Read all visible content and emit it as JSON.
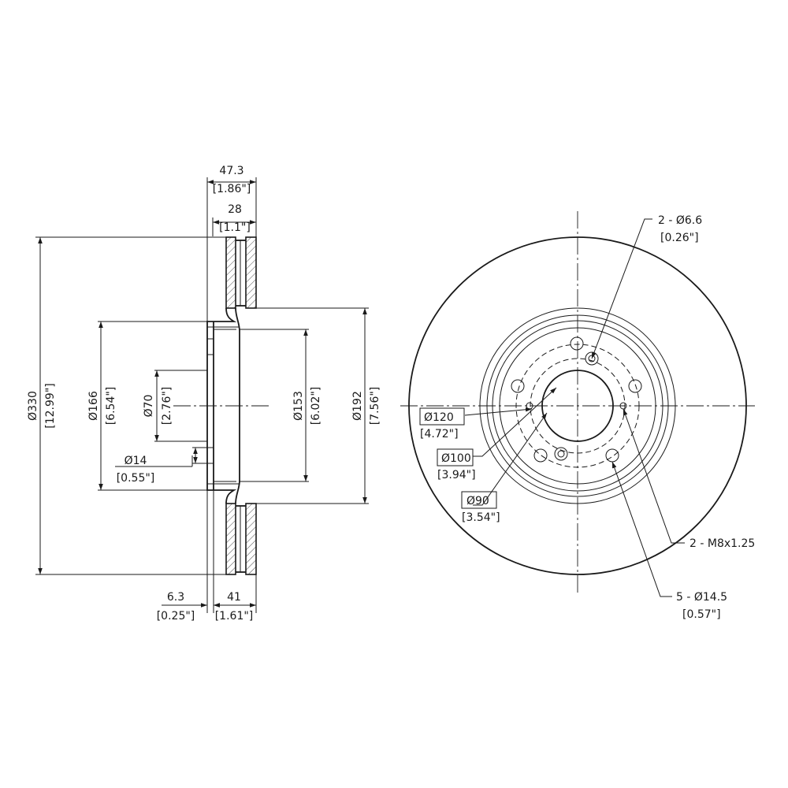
{
  "side_view": {
    "dims": {
      "total_width": {
        "mm": "47.3",
        "in": "[1.86\"]"
      },
      "hat_width": {
        "mm": "28",
        "in": "[1.1\"]"
      },
      "outer_dia": {
        "mm": "Ø330",
        "in": "[12.99\"]"
      },
      "hat_dia": {
        "mm": "Ø166",
        "in": "[6.54\"]"
      },
      "center_bore": {
        "mm": "Ø70",
        "in": "[2.76\"]"
      },
      "hole_dia": {
        "mm": "Ø14",
        "in": "[0.55\"]"
      },
      "inner_dia": {
        "mm": "Ø153",
        "in": "[6.02\"]"
      },
      "face_dia": {
        "mm": "Ø192",
        "in": "[7.56\"]"
      },
      "hat_thickness": {
        "mm": "6.3",
        "in": "[0.25\"]"
      },
      "offset": {
        "mm": "41",
        "in": "[1.61\"]"
      }
    }
  },
  "front_view": {
    "callouts": {
      "small_holes": {
        "mm": "2 - Ø6.6",
        "in": "[0.26\"]"
      },
      "bolt_circle_120": {
        "mm": "Ø120",
        "in": "[4.72\"]"
      },
      "bolt_circle_100": {
        "mm": "Ø100",
        "in": "[3.94\"]"
      },
      "bolt_circle_90": {
        "mm": "Ø90",
        "in": "[3.54\"]"
      },
      "threaded_holes": {
        "mm": "2 - M8x1.25"
      },
      "lug_holes": {
        "mm": "5 - Ø14.5",
        "in": "[0.57\"]"
      }
    }
  }
}
